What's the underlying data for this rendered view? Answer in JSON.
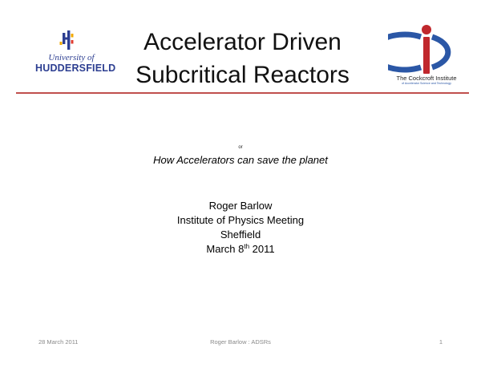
{
  "header": {
    "title_line1": "Accelerator Driven",
    "title_line2": "Subcritical Reactors",
    "left_logo": {
      "icon": "huddersfield-logo-icon",
      "line1": "University of",
      "line2": "HUDDERSFIELD"
    },
    "right_logo": {
      "icon": "cockcroft-institute-logo-icon",
      "line1": "The Cockcroft Institute",
      "line2": "of Accelerator Science and Technology"
    },
    "colors": {
      "divider": "#c0504d",
      "huddersfield_blue": "#2c3e91",
      "cockcroft_red": "#c0282d",
      "cockcroft_blue": "#2b57a6"
    }
  },
  "body": {
    "or_text": "or",
    "subtitle": "How Accelerators can save the planet",
    "author": "Roger Barlow",
    "event": "Institute of Physics Meeting",
    "location": "Sheffield",
    "date_prefix": "March 8",
    "date_suffix": "th",
    "date_year": " 2011"
  },
  "footer": {
    "date": "28 March 2011",
    "center": "Roger Barlow : ADSRs",
    "page_number": "1"
  }
}
